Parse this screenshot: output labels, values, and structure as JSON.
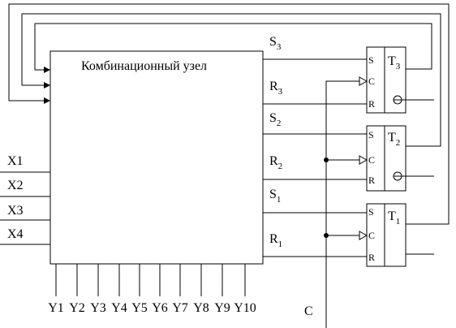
{
  "block": {
    "title": "Комбинационный узел"
  },
  "inputs": [
    "X1",
    "X2",
    "X3",
    "X4"
  ],
  "outputs": [
    "Y1",
    "Y2",
    "Y3",
    "Y4",
    "Y5",
    "Y6",
    "Y7",
    "Y8",
    "Y9",
    "Y10"
  ],
  "signals": {
    "s3": {
      "main": "S",
      "sub": "3"
    },
    "r3": {
      "main": "R",
      "sub": "3"
    },
    "s2": {
      "main": "S",
      "sub": "2"
    },
    "r2": {
      "main": "R",
      "sub": "2"
    },
    "s1": {
      "main": "S",
      "sub": "1"
    },
    "r1": {
      "main": "R",
      "sub": "1"
    }
  },
  "triggers": [
    {
      "main": "T",
      "sub": "3",
      "pins": {
        "s": "S",
        "c": "C",
        "r": "R"
      }
    },
    {
      "main": "T",
      "sub": "2",
      "pins": {
        "s": "S",
        "c": "C",
        "r": "R"
      }
    },
    {
      "main": "T",
      "sub": "1",
      "pins": {
        "s": "S",
        "c": "C",
        "r": "R"
      }
    }
  ],
  "clock": {
    "label": "C"
  }
}
